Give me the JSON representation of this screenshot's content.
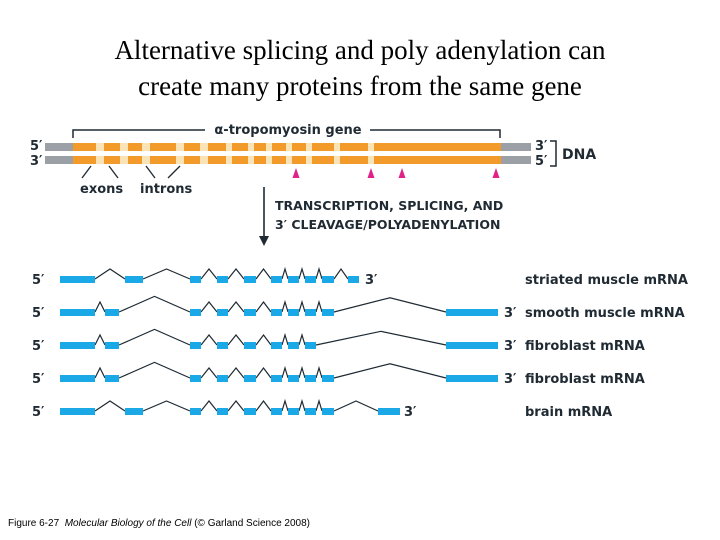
{
  "title": {
    "line1": "Alternative splicing and poly adenylation can",
    "line2": "create many proteins from the same gene"
  },
  "gene_label": "α-tropomyosin gene",
  "dna_label": "DNA",
  "five_prime": "5′",
  "three_prime": "3′",
  "exons_label": "exons",
  "introns_label": "introns",
  "process_label": {
    "line1": "TRANSCRIPTION, SPLICING, AND",
    "line2": "3′ CLEAVAGE/POLYADENYLATION"
  },
  "mrnas": [
    {
      "label": "striated muscle mRNA"
    },
    {
      "label": "smooth muscle mRNA"
    },
    {
      "label": "fibroblast mRNA"
    },
    {
      "label": "fibroblast mRNA"
    },
    {
      "label": "brain mRNA"
    }
  ],
  "caption": {
    "figure": "Figure 6-27",
    "book": "Molecular Biology of the Cell",
    "credit": "(© Garland Science 2008)"
  },
  "colors": {
    "exon_dna": "#f29b2a",
    "intron_dna": "#fbe3b8",
    "flank_dna": "#9aa0a6",
    "mrna_exon": "#1aa9e6",
    "polyA_marker": "#e0218a",
    "text": "#1f2a33"
  }
}
